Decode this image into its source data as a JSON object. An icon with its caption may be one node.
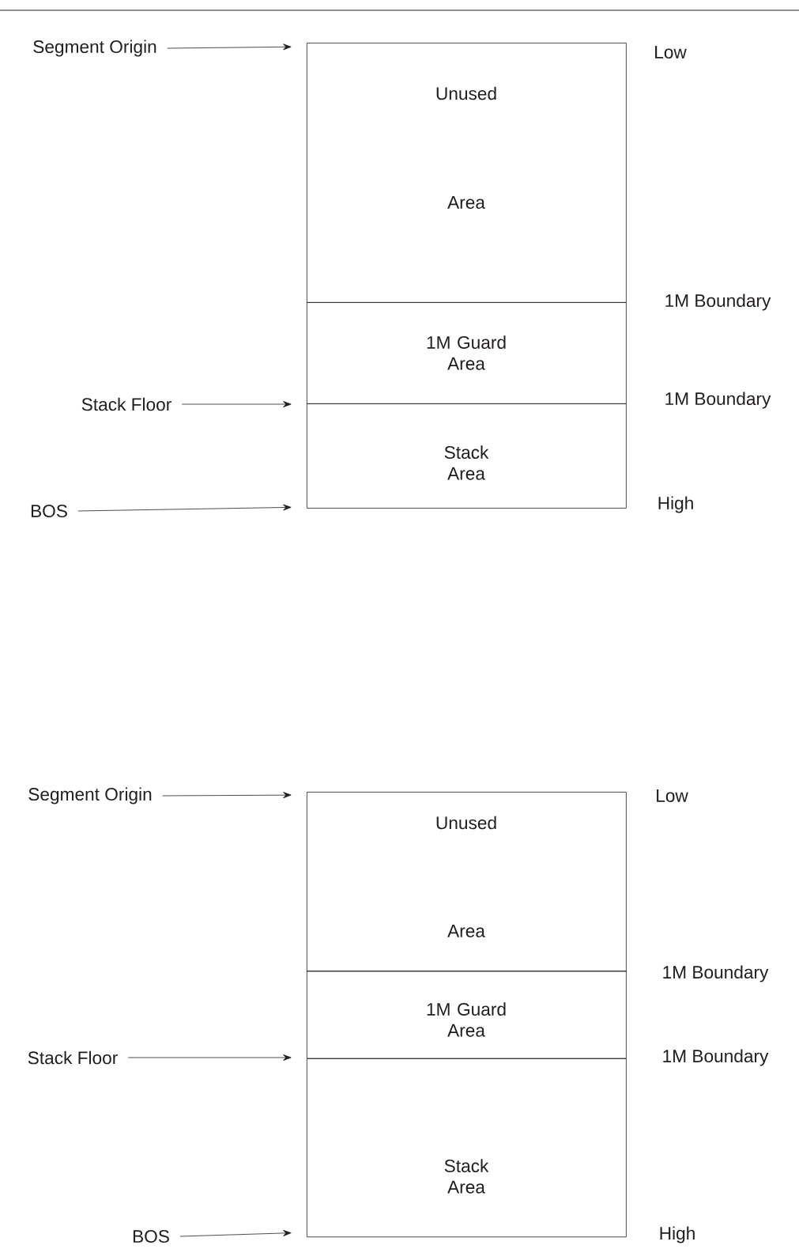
{
  "diagram": {
    "nodes": [
      {
        "text": [
          "Segment Origin"
        ]
      },
      {
        "text": [
          "Unused",
          "Area"
        ]
      },
      {
        "text": [
          "1M Guard Area"
        ]
      },
      {
        "text": [
          "Stack Floor"
        ]
      },
      {
        "text": [
          "Stack Area"
        ]
      },
      {
        "text": [
          "BOS"
        ]
      },
      {
        "text": [
          "Segment Origin"
        ]
      },
      {
        "text": [
          "Unused",
          "Area"
        ]
      },
      {
        "text": [
          "1M Guard Area"
        ]
      },
      {
        "text": [
          "Stack Floor"
        ]
      },
      {
        "text": [
          "Stack Area"
        ]
      },
      {
        "text": [
          "BOS"
        ]
      }
    ],
    "edges": [
      {
        "from": 0,
        "to": 1,
        "arrow": "to"
      },
      {
        "from": 3,
        "to": 4,
        "arrow": "to"
      },
      {
        "from": 5,
        "to": 4,
        "arrow": "to"
      },
      {
        "from": 6,
        "to": 7,
        "arrow": "to"
      },
      {
        "from": 9,
        "to": 10,
        "arrow": "to"
      },
      {
        "from": 11,
        "to": 10,
        "arrow": "to"
      }
    ],
    "labels": [
      "Low",
      "1M Boundary",
      "1M Boundary",
      "High",
      "Low",
      "1M Boundary",
      "1M Boundary",
      "High"
    ]
  }
}
